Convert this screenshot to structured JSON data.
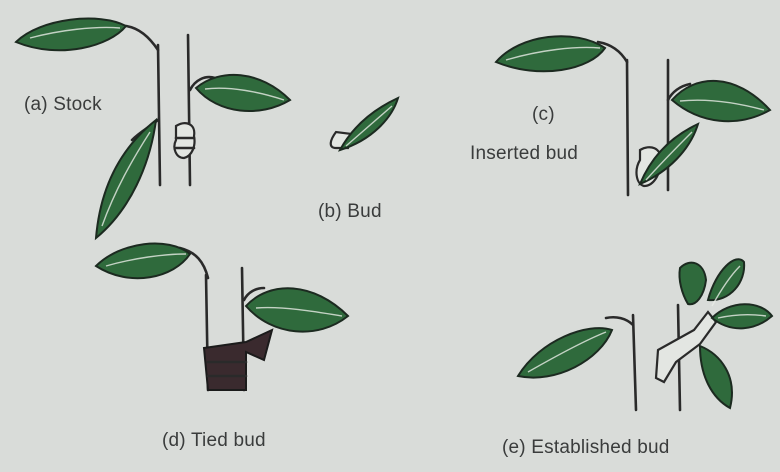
{
  "labels": {
    "a": "(a)  Stock",
    "b": "(b)  Bud",
    "c_letter": "(c)",
    "c_text": "Inserted bud",
    "d": "(d)  Tied bud",
    "e": "(e)  Established bud"
  },
  "colors": {
    "background": "#d9dcd9",
    "leaf": "#2f6a3c",
    "tie": "#3a2a2e",
    "text": "#3a3c3c"
  }
}
